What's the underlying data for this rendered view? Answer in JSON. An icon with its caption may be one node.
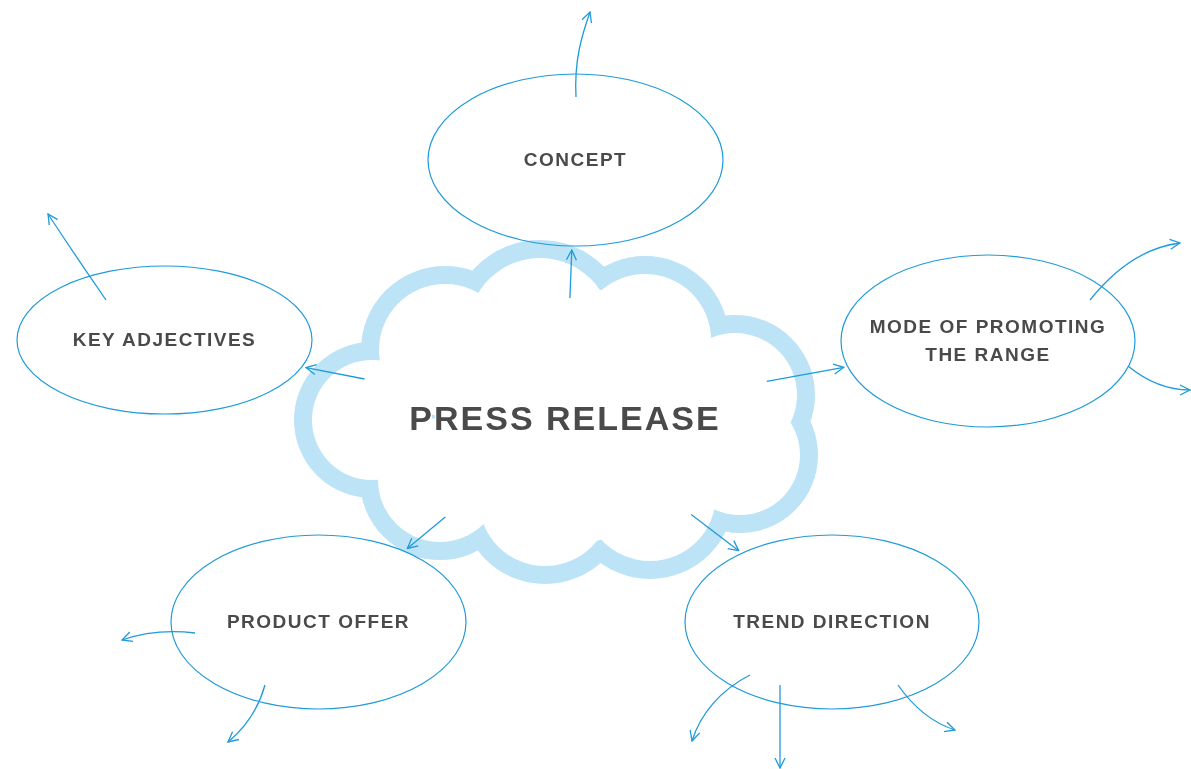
{
  "diagram": {
    "nodes": [
      {
        "text": [
          "PRESS RELEASE"
        ]
      },
      {
        "text": [
          "CONCEPT"
        ]
      },
      {
        "text": [
          "MODE OF PROMOTING THE RANGE"
        ]
      },
      {
        "text": [
          "TREND DIRECTION"
        ]
      },
      {
        "text": [
          "PRODUCT OFFER"
        ]
      },
      {
        "text": [
          "KEY ADJECTIVES"
        ]
      }
    ],
    "edges": [
      {
        "from": 0,
        "to": 1,
        "arrow": "to"
      },
      {
        "from": 0,
        "to": 2,
        "arrow": "to"
      },
      {
        "from": 0,
        "to": 3,
        "arrow": "to"
      },
      {
        "from": 0,
        "to": 4,
        "arrow": "to"
      },
      {
        "from": 0,
        "to": 5,
        "arrow": "to"
      },
      {
        "from": 1,
        "to": null,
        "arrow": "to"
      },
      {
        "from": 2,
        "to": null,
        "arrow": "to"
      },
      {
        "from": 2,
        "to": null,
        "arrow": "to"
      },
      {
        "from": 3,
        "to": null,
        "arrow": "to"
      },
      {
        "from": 3,
        "to": null,
        "arrow": "to"
      },
      {
        "from": 3,
        "to": null,
        "arrow": "to"
      },
      {
        "from": 4,
        "to": null,
        "arrow": "to"
      },
      {
        "from": 4,
        "to": null,
        "arrow": "to"
      },
      {
        "from": 5,
        "to": null,
        "arrow": "to"
      }
    ]
  }
}
